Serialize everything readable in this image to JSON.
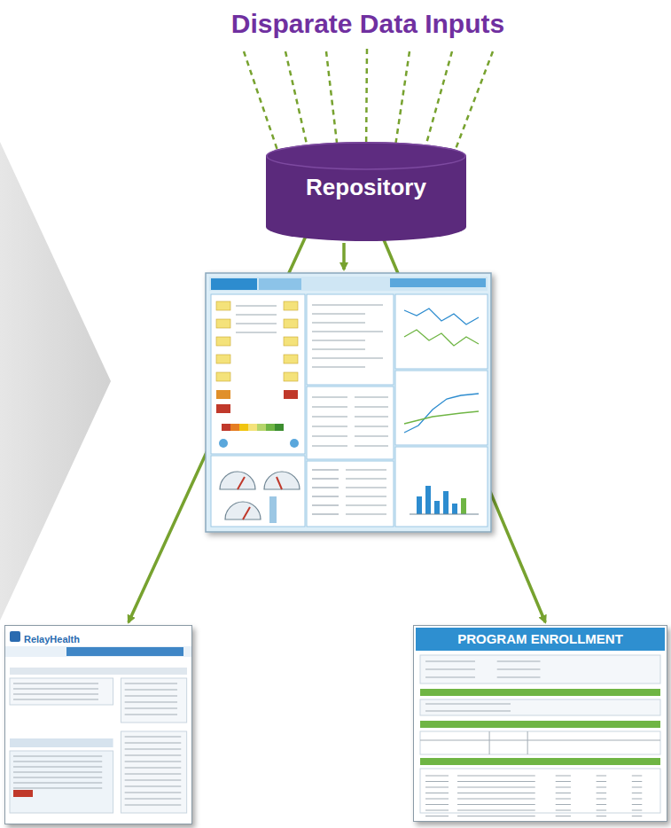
{
  "diagram": {
    "title": "Disparate Data Inputs",
    "nodes": [
      {
        "text": [
          "Repository"
        ]
      },
      {
        "text": [
          "RelayHealth"
        ]
      },
      {
        "text": [
          "PROGRAM ENROLLMENT"
        ]
      }
    ],
    "edges": [
      {
        "from": 0,
        "to": 1,
        "arrow": "to"
      },
      {
        "from": 0,
        "to": 2,
        "arrow": "to"
      }
    ]
  }
}
